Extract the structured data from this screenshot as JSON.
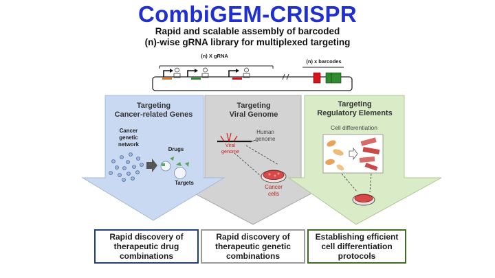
{
  "header": {
    "title": "CombiGEM-CRISPR",
    "subtitle_line1": "Rapid and scalable assembly of barcoded",
    "subtitle_line2": "(n)-wise gRNA library for multiplexed targeting"
  },
  "construct": {
    "grna_label": "(n) X gRNA",
    "barcode_label": "(n) x barcodes"
  },
  "panels": {
    "cancer": {
      "heading_line1": "Targeting",
      "heading_line2": "Cancer-related Genes",
      "network_line1": "Cancer",
      "network_line2": "genetic",
      "network_line3": "network",
      "drugs_label": "Drugs",
      "targets_label": "Targets"
    },
    "viral": {
      "heading_line1": "Targeting",
      "heading_line2": "Viral Genome",
      "human_line1": "Human",
      "human_line2": "genome",
      "viral_line1": "Viral",
      "viral_line2": "genome",
      "cells_line1": "Cancer",
      "cells_line2": "cells"
    },
    "regulatory": {
      "heading_line1": "Targeting",
      "heading_line2": "Regulatory Elements",
      "caption": "Cell differentiation"
    }
  },
  "outcomes": [
    {
      "line1": "Rapid discovery of",
      "line2": "therapeutic drug",
      "line3": "combinations"
    },
    {
      "line1": "Rapid discovery of",
      "line2": "therapeutic genetic",
      "line3": "combinations"
    },
    {
      "line1": "Establishing efficient",
      "line2": "cell differentiation",
      "line3": "protocols"
    }
  ],
  "colors": {
    "title": "#1f2fd0",
    "panel_blue": "#c9d9f2",
    "panel_gray": "#d3d3d3",
    "panel_green": "#d9ebc7",
    "box_blue_border": "#1f3d78",
    "box_gray_border": "#9a9a9a",
    "box_green_border": "#3d6b22",
    "barcode_red": "#d9121b",
    "barcode_green": "#2e8b2e",
    "viral_red": "#d21a1a"
  }
}
